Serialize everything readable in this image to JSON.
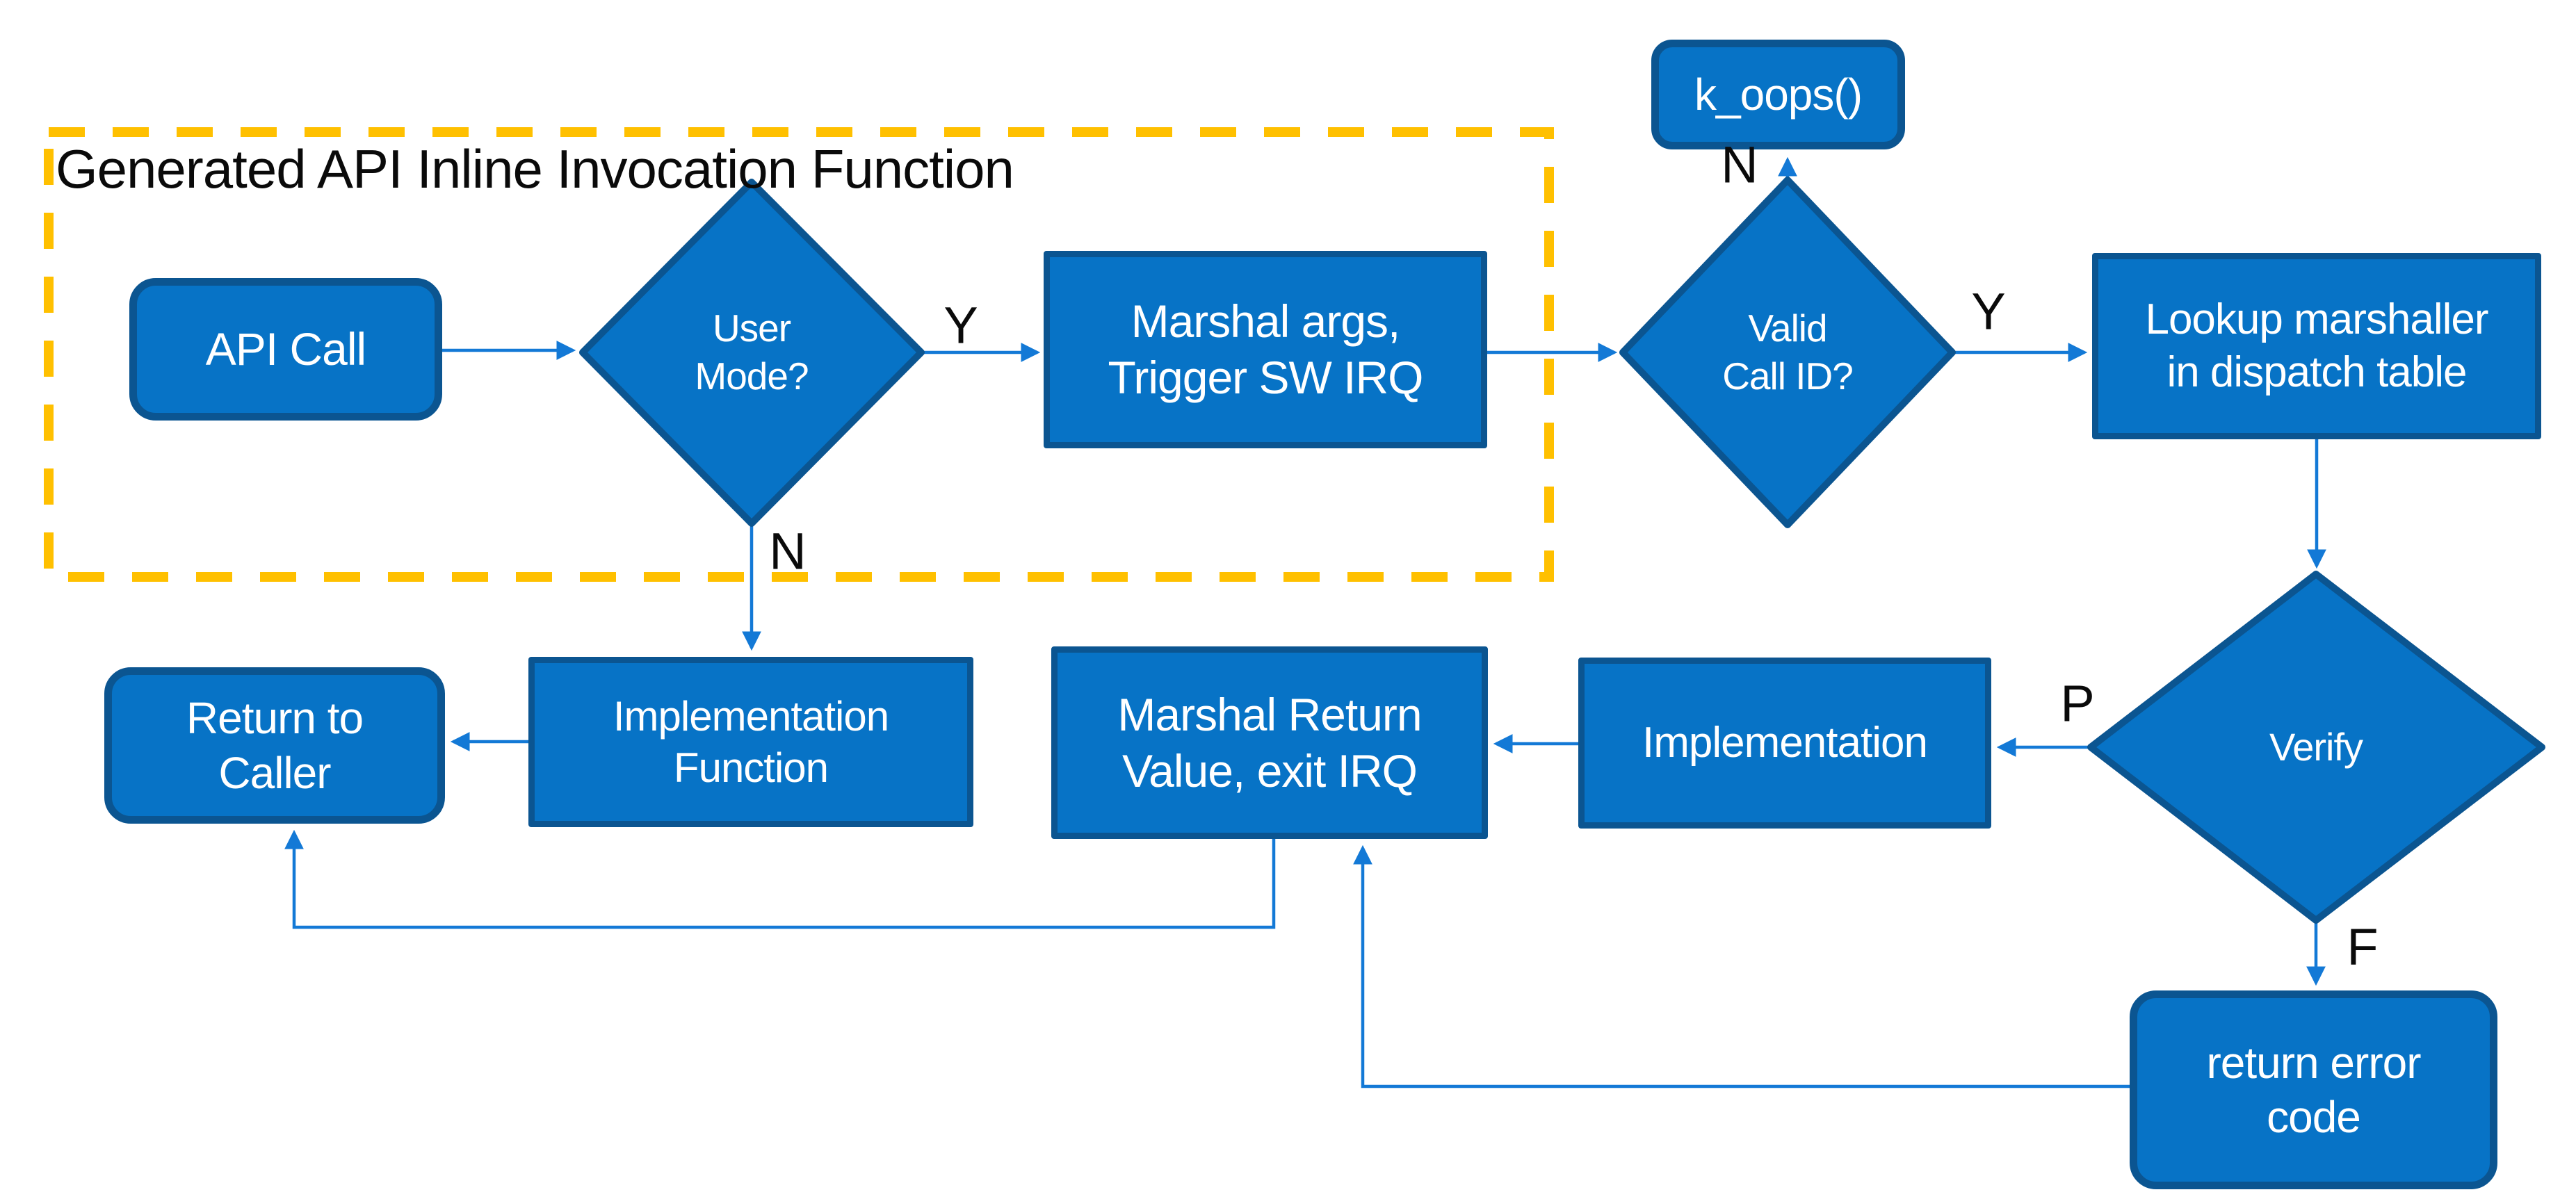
{
  "diagram": {
    "title": "Generated API Inline Invocation Function",
    "nodes": {
      "api_call": {
        "label": "API Call",
        "shape": "rounded-rect"
      },
      "user_mode": {
        "label": "User Mode?",
        "shape": "diamond"
      },
      "marshal_args": {
        "label": "Marshal args, Trigger SW IRQ",
        "shape": "rect"
      },
      "k_oops": {
        "label": "k_oops()",
        "shape": "rounded-rect"
      },
      "valid_call_id": {
        "label": "Valid Call ID?",
        "shape": "diamond"
      },
      "lookup": {
        "label": "Lookup marshaller in dispatch table",
        "shape": "rect"
      },
      "verify": {
        "label": "Verify",
        "shape": "diamond"
      },
      "implementation": {
        "label": "Implementation",
        "shape": "rect"
      },
      "marshal_return": {
        "label": "Marshal Return Value, exit IRQ",
        "shape": "rect"
      },
      "impl_function": {
        "label": "Implementation Function",
        "shape": "rect"
      },
      "return_caller": {
        "label": "Return to Caller",
        "shape": "rounded-rect"
      },
      "return_error": {
        "label": "return error code",
        "shape": "rounded-rect"
      }
    },
    "edge_labels": {
      "user_mode_yes": "Y",
      "user_mode_no": "N",
      "valid_id_no": "N",
      "valid_id_yes": "Y",
      "verify_pass": "P",
      "verify_fail": "F"
    },
    "colors": {
      "node_fill": "#0773C6",
      "node_border": "#0B5591",
      "connector": "#1379D6",
      "dashed_border": "#FFC000",
      "node_text": "#FFFFFF",
      "label_text": "#0A0A0A"
    }
  }
}
